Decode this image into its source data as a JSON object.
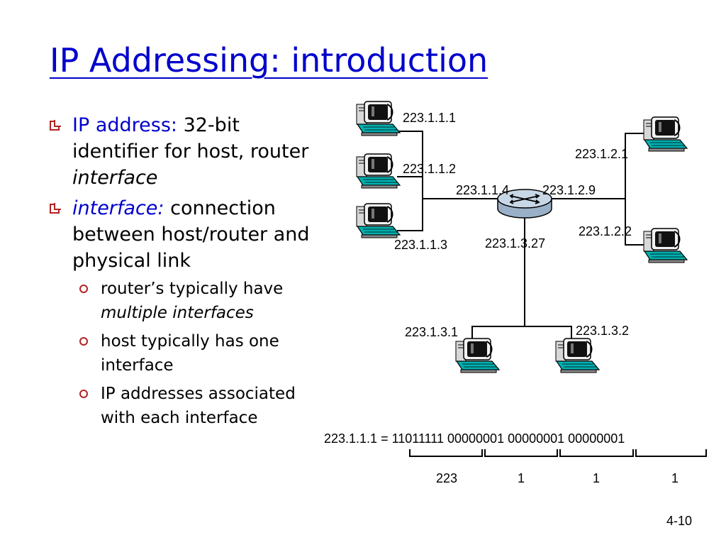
{
  "title": "IP Addressing: introduction",
  "bullets": {
    "b1_term": "IP address:",
    "b1_rest": " 32-bit identifier for host, router ",
    "b1_it": "interface",
    "b2_term": "interface:",
    "b2_rest": " connection between host/router and physical link",
    "sub1_a": "router’s typically have ",
    "sub1_it": "multiple interfaces",
    "sub2": "host typically has one interface",
    "sub3": "IP addresses associated with each interface"
  },
  "diagram": {
    "labels": {
      "h111": "223.1.1.1",
      "h112": "223.1.1.2",
      "h113": "223.1.1.3",
      "r114": "223.1.1.4",
      "r129": "223.1.2.9",
      "h121": "223.1.2.1",
      "h122": "223.1.2.2",
      "r1327": "223.1.3.27",
      "h131": "223.1.3.1",
      "h132": "223.1.3.2"
    },
    "binary": {
      "equation": "223.1.1.1 = 11011111 00000001 00000001 00000001",
      "octets": [
        "223",
        "1",
        "1",
        "1"
      ]
    }
  },
  "footer": {
    "page": "4-10"
  },
  "colors": {
    "title": "#0000CC",
    "bullet_marker": "#B22222"
  },
  "icons": [
    "computer-icon",
    "router-icon"
  ]
}
